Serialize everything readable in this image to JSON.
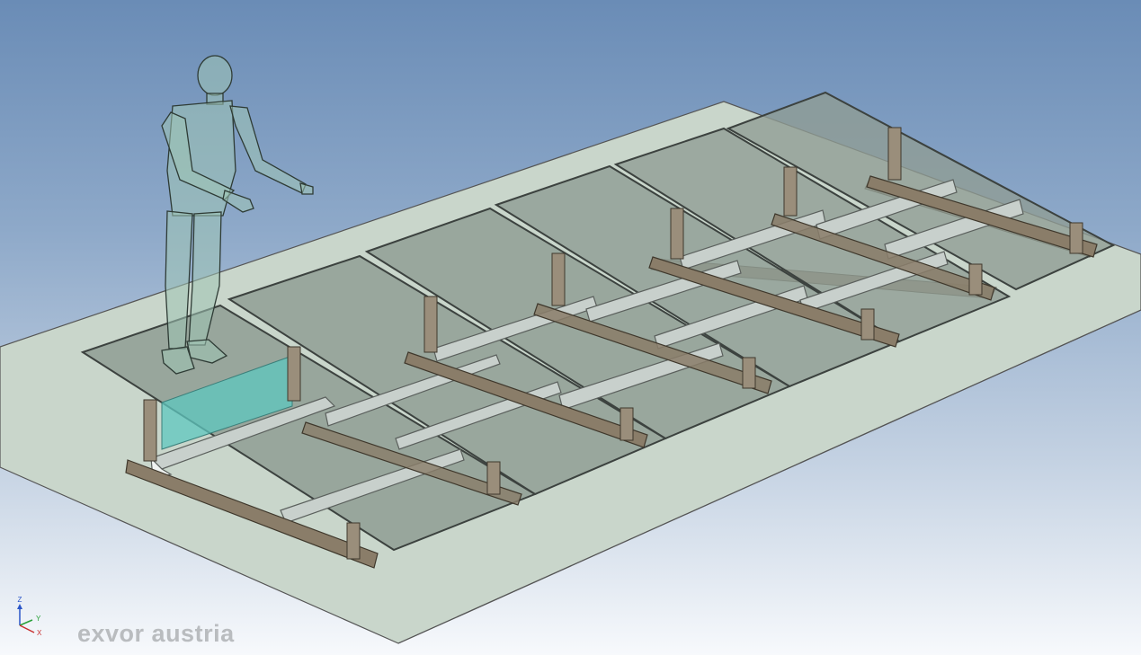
{
  "watermark": "exvor austria",
  "axes": {
    "z": "Z",
    "y": "Y",
    "x": "X"
  },
  "colors": {
    "sky_top": "#6a8cb6",
    "ground": "#c9d6cb",
    "panel": "#8f9c93",
    "frame": "#8a7d69",
    "beam": "#c8d0cc",
    "mannequin": "#9fc4b4",
    "cyan_area": "#5ec7bf",
    "axis_z": "#2a55c8",
    "axis_y": "#28a038",
    "axis_x": "#c83030"
  }
}
